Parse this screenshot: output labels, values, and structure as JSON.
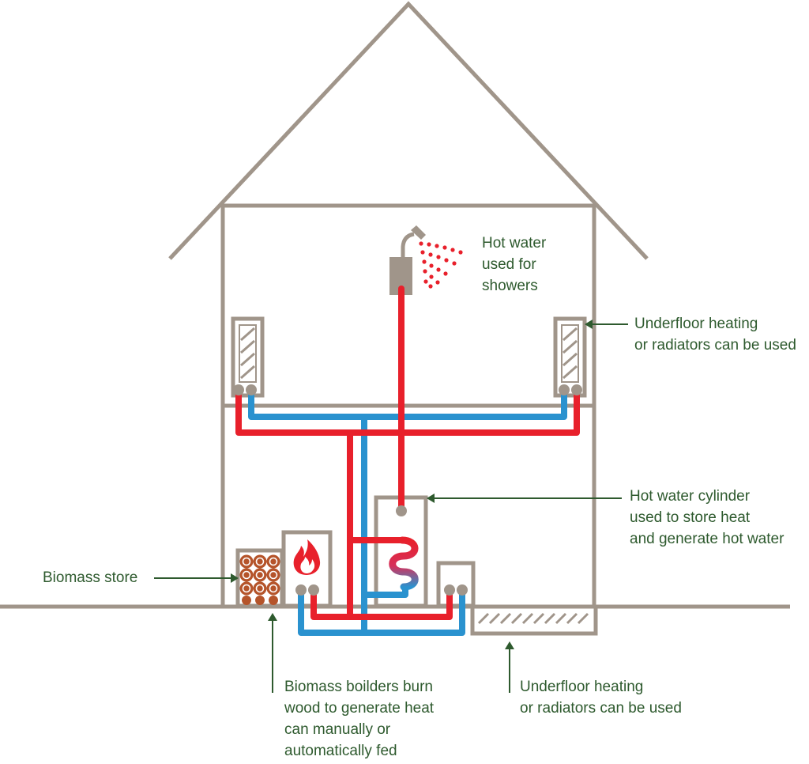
{
  "colors": {
    "structure": "#a0958a",
    "hot": "#e8202b",
    "cold": "#2a92cf",
    "wood": "#b5542a",
    "label_text": "#2e5a2e",
    "arrow": "#2e5a2e"
  },
  "labels": {
    "shower": {
      "lines": [
        "Hot water",
        "used for",
        "showers"
      ]
    },
    "upper_heating": {
      "lines": [
        "Underfloor heating",
        "or radiators can be used"
      ]
    },
    "cylinder": {
      "lines": [
        "Hot water cylinder",
        "used to store heat",
        "and generate hot water"
      ]
    },
    "biomass_store": {
      "lines": [
        "Biomass store"
      ]
    },
    "boiler": {
      "lines": [
        "Biomass boilders burn",
        "wood to generate heat",
        "can manually or",
        "automatically fed"
      ]
    },
    "lower_heating": {
      "lines": [
        "Underfloor heating",
        "or radiators can be used"
      ]
    }
  },
  "icons": [
    "shower-icon",
    "flame-icon",
    "log-store-icon",
    "radiator-icon",
    "underfloor-heating-icon",
    "hot-water-cylinder-icon",
    "coil-icon"
  ]
}
